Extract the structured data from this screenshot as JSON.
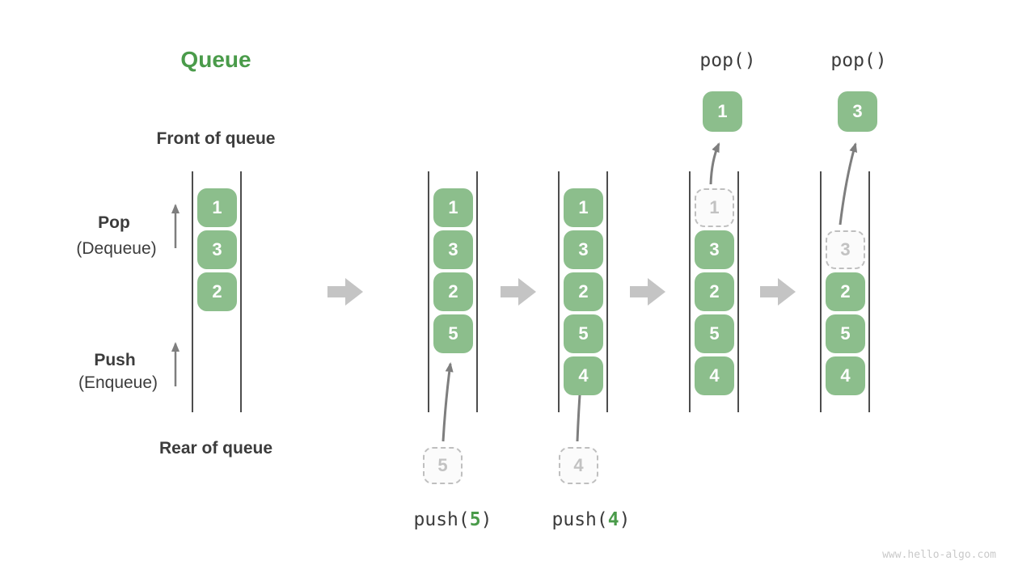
{
  "title": "Queue",
  "labels": {
    "front": "Front of queue",
    "rear": "Rear of queue",
    "pop": "Pop",
    "pop_sub": "(Dequeue)",
    "push": "Push",
    "push_sub": "(Enqueue)"
  },
  "states": [
    {
      "queue": [
        "1",
        "3",
        "2"
      ]
    },
    {
      "queue": [
        "1",
        "3",
        "2",
        "5"
      ],
      "incoming": "5",
      "op": {
        "prefix": "push(",
        "arg": "5",
        "suffix": ")"
      }
    },
    {
      "queue": [
        "1",
        "3",
        "2",
        "5",
        "4"
      ],
      "incoming": "4",
      "op": {
        "prefix": "push(",
        "arg": "4",
        "suffix": ")"
      }
    },
    {
      "queue": [
        "3",
        "2",
        "5",
        "4"
      ],
      "removed": "1",
      "popped": "1",
      "op_label": "pop()"
    },
    {
      "queue": [
        "2",
        "5",
        "4"
      ],
      "removed": "3",
      "popped": "3",
      "op_label": "pop()"
    }
  ],
  "watermark": "www.hello-algo.com",
  "colors": {
    "accent_green": "#4A9B4A",
    "box_green": "#8CBE8C",
    "text_dark": "#3C3C3C",
    "thin_arrow_gray": "#7E7E7E",
    "block_arrow_gray": "#C4C4C4",
    "dashed_border_gray": "#BFBFBF",
    "column_line_gray": "#4D4D4D"
  }
}
